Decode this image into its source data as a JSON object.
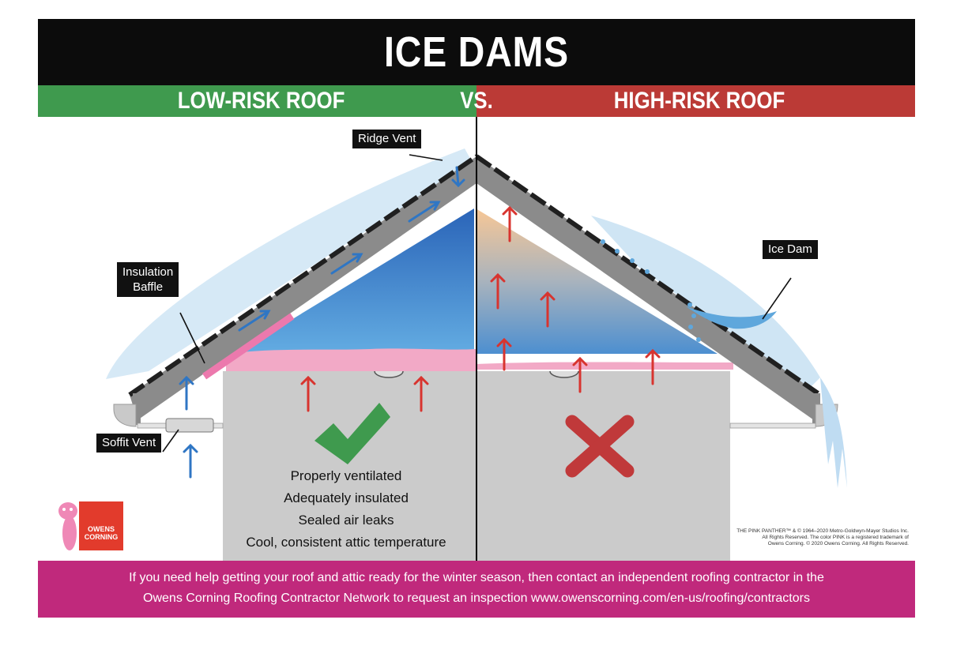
{
  "title": "ICE DAMS",
  "subtitle": {
    "left": "LOW-RISK ROOF",
    "vs": "VS.",
    "right": "HIGH-RISK ROOF"
  },
  "callouts": {
    "ridge_vent": "Ridge Vent",
    "insulation_baffle_1": "Insulation",
    "insulation_baffle_2": "Baffle",
    "soffit_vent": "Soffit Vent",
    "ice_dam": "Ice Dam"
  },
  "checklist": [
    "Properly ventilated",
    "Adequately insulated",
    "Sealed air leaks",
    "Cool, consistent attic temperature"
  ],
  "footer": {
    "line1": "If you need help getting your roof and attic ready for the winter season, then contact an independent roofing contractor in the",
    "line2": "Owens Corning Roofing Contractor Network to request an inspection www.owenscorning.com/en-us/roofing/contractors"
  },
  "legal": {
    "line1": "THE PINK PANTHER™ & © 1964–2020 Metro-Goldwyn-Mayer Studios Inc.",
    "line2": "All Rights Reserved. The color PINK is a registered trademark of",
    "line3": "Owens Corning. © 2020 Owens Corning. All Rights Reserved."
  },
  "logo": {
    "line1": "OWENS",
    "line2": "CORNING"
  },
  "icons": {
    "good": "green-checkmark-icon",
    "bad": "red-x-icon"
  },
  "colors": {
    "title_bg": "#0c0c0c",
    "low_risk": "#3f9a4e",
    "high_risk": "#bb3a36",
    "footer": "#c0297c",
    "cold_air": "#2f76c4",
    "warm_air": "#d8342f",
    "insulation": "#f2a9c6"
  }
}
